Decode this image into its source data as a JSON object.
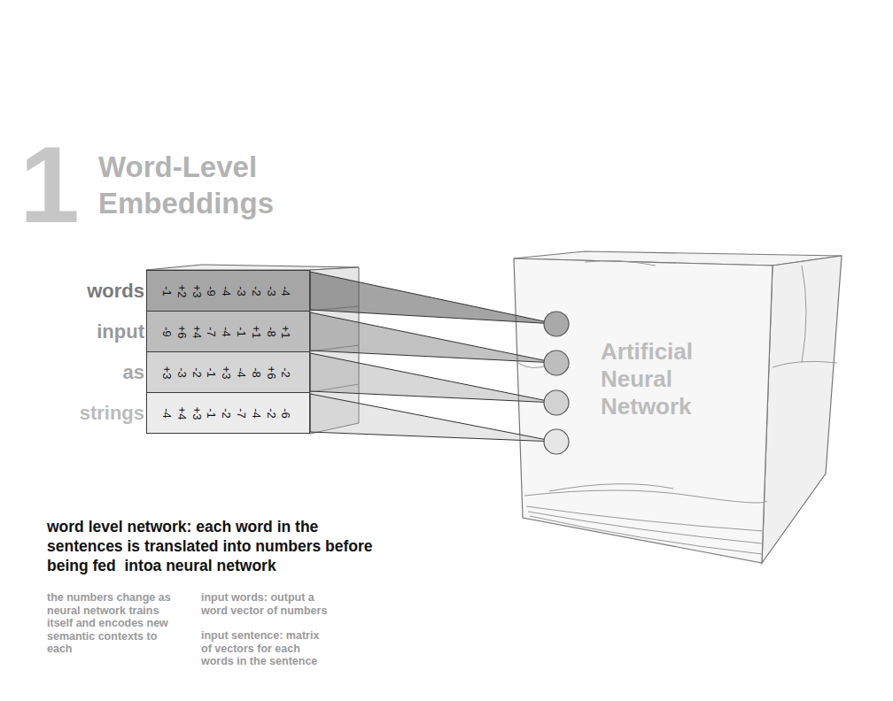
{
  "diagram": {
    "title": "Word-Level Embeddings",
    "caption": "word level network: each word in the sentences is translated into numbers before being fed  intoa neural network",
    "nodes": [
      {
        "text": [
          "words",
          "-1",
          "+2",
          "+3",
          "-9",
          "-4",
          "-3",
          "-2",
          "-3",
          "-4"
        ]
      },
      {
        "text": [
          "input",
          "-9",
          "+6",
          "+4",
          "-7",
          "-4",
          "-1",
          "+1",
          "-8",
          "+1"
        ]
      },
      {
        "text": [
          "as",
          "+3",
          "-3",
          "-2",
          "-1",
          "+3",
          "-4",
          "-8",
          "+6",
          "-2"
        ]
      },
      {
        "text": [
          "strings",
          "-4",
          "+4",
          "+3",
          "-1",
          "-2",
          "-7",
          "-4",
          "-2",
          "-6"
        ]
      },
      {
        "text": [
          "Artificial Neural Network"
        ]
      }
    ],
    "edges": [
      {
        "from": 0,
        "to": 4,
        "arrow": "none"
      },
      {
        "from": 1,
        "to": 4,
        "arrow": "none"
      },
      {
        "from": 2,
        "to": 4,
        "arrow": "none"
      },
      {
        "from": 3,
        "to": 4,
        "arrow": "none"
      }
    ],
    "labels": [
      "1",
      "the numbers change as neural network trains itself and encodes new semantic contexts to each",
      "input words: output a word vector of numbers",
      "input sentence: matrix of vectors for each words in the sentence"
    ]
  }
}
